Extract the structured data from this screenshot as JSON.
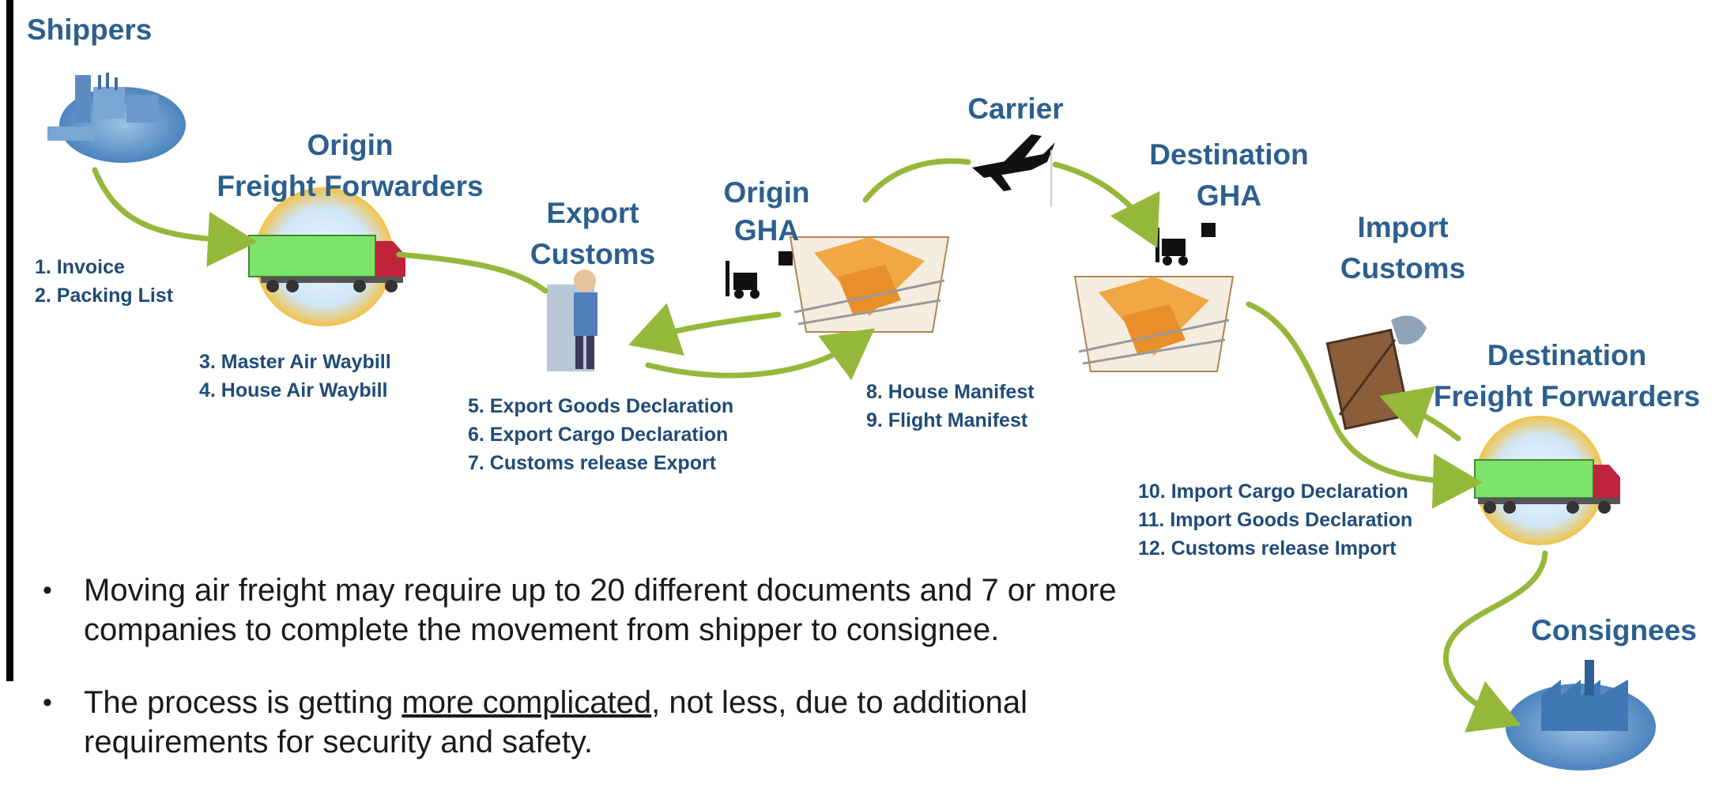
{
  "diagram": {
    "nodes": {
      "shippers": "Shippers",
      "origin_ff": [
        "Origin",
        "Freight Forwarders"
      ],
      "export_customs": [
        "Export",
        "Customs"
      ],
      "origin_gha": [
        "Origin",
        "GHA"
      ],
      "carrier": "Carrier",
      "destination_gha": [
        "Destination",
        "GHA"
      ],
      "import_customs": [
        "Import",
        "Customs"
      ],
      "destination_ff": [
        "Destination",
        "Freight Forwarders"
      ],
      "consignees": "Consignees"
    },
    "steps": {
      "group1": [
        "1. Invoice",
        "2. Packing List"
      ],
      "group2": [
        "3.  Master Air Waybill",
        "4.  House Air Waybill"
      ],
      "group3": [
        "5. Export Goods Declaration",
        "6. Export Cargo Declaration",
        "7. Customs release Export"
      ],
      "group4": [
        "8.  House Manifest",
        "9.  Flight Manifest"
      ],
      "group5": [
        "10. Import Cargo Declaration",
        "11. Import Goods Declaration",
        "12. Customs release Import"
      ]
    },
    "colors": {
      "heading": "#2b5f8f",
      "arrow": "#95b83a",
      "truck": "#7de36b"
    }
  },
  "bullets": {
    "b1": "Moving air freight may require up to 20 different documents and 7 or more companies to complete the movement from shipper to consignee.",
    "b2_pre": "The process is getting ",
    "b2_underline": "more complicated",
    "b2_post": ", not less, due to additional requirements for security and safety."
  }
}
